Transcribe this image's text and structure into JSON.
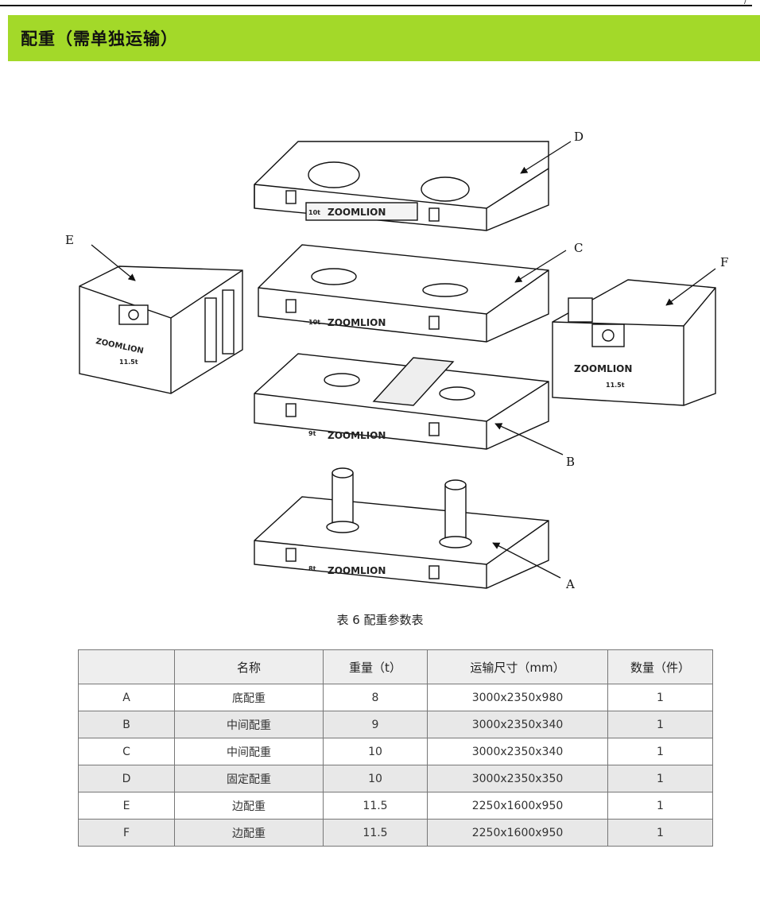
{
  "header": {
    "corner_mark": "/"
  },
  "section": {
    "title": "配重（需单独运输）"
  },
  "figure": {
    "callouts": [
      "A",
      "B",
      "C",
      "D",
      "E",
      "F"
    ],
    "brand": "ZOOMLION",
    "weight_labels": {
      "D": "10t",
      "C": "10t",
      "B": "9t",
      "A": "8t",
      "E": "11.5t",
      "F": "11.5t"
    }
  },
  "table": {
    "caption": "表 6  配重参数表",
    "headers": [
      "",
      "名称",
      "重量（t）",
      "运输尺寸（mm）",
      "数量（件）"
    ],
    "rows": [
      [
        "A",
        "底配重",
        "8",
        "3000x2350x980",
        "1"
      ],
      [
        "B",
        "中间配重",
        "9",
        "3000x2350x340",
        "1"
      ],
      [
        "C",
        "中间配重",
        "10",
        "3000x2350x340",
        "1"
      ],
      [
        "D",
        "固定配重",
        "10",
        "3000x2350x350",
        "1"
      ],
      [
        "E",
        "边配重",
        "11.5",
        "2250x1600x950",
        "1"
      ],
      [
        "F",
        "边配重",
        "11.5",
        "2250x1600x950",
        "1"
      ]
    ]
  }
}
